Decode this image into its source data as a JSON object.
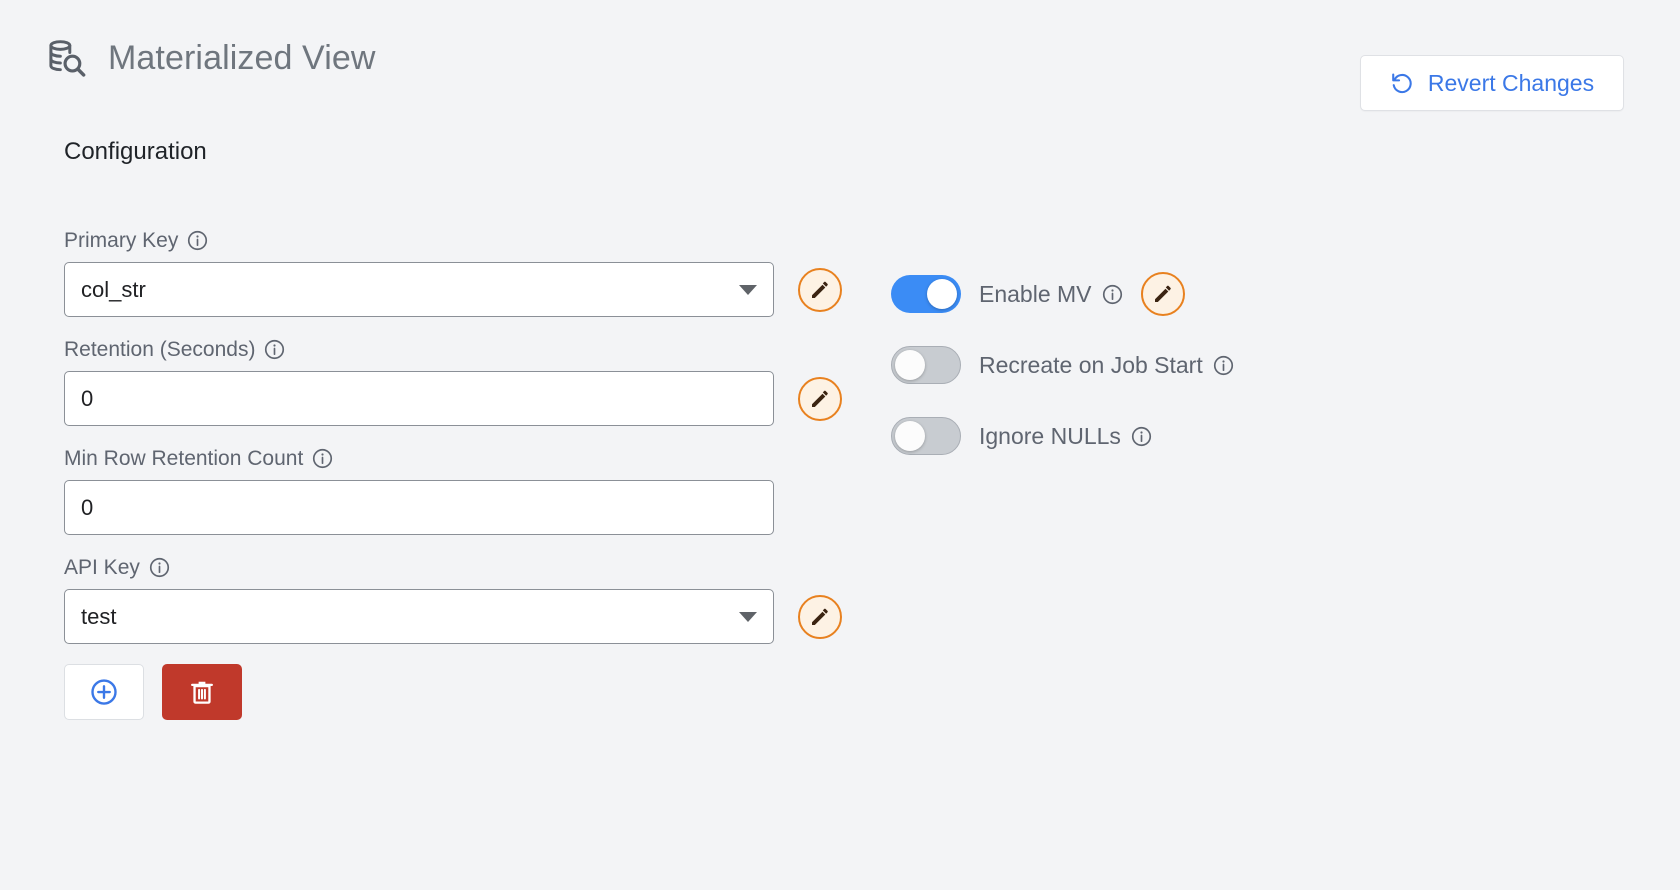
{
  "header": {
    "icon": "database-search-icon",
    "title": "Materialized View",
    "revert_button": {
      "icon": "revert-arrow-icon",
      "label": "Revert Changes"
    }
  },
  "section": {
    "title": "Configuration"
  },
  "fields": [
    {
      "name": "primary-key",
      "label": "Primary Key",
      "info_icon": "info-icon",
      "control": "select",
      "value": "col_str",
      "has_edit": true,
      "edit_icon": "pencil-icon"
    },
    {
      "name": "retention-seconds",
      "label": "Retention (Seconds)",
      "info_icon": "info-icon",
      "control": "text",
      "value": "0",
      "has_edit": true,
      "edit_icon": "pencil-icon"
    },
    {
      "name": "min-row-retention-count",
      "label": "Min Row Retention Count",
      "info_icon": "info-icon",
      "control": "text",
      "value": "0",
      "has_edit": false,
      "edit_icon": ""
    },
    {
      "name": "api-key",
      "label": "API Key",
      "info_icon": "info-icon",
      "control": "select",
      "value": "test",
      "has_edit": true,
      "edit_icon": "pencil-icon"
    }
  ],
  "toggles": [
    {
      "name": "enable-mv",
      "label": "Enable MV",
      "state": "on",
      "info_icon": "info-icon",
      "has_edit": true,
      "edit_icon": "pencil-icon"
    },
    {
      "name": "recreate-on-job-start",
      "label": "Recreate on Job Start",
      "state": "off",
      "info_icon": "info-icon",
      "has_edit": false,
      "edit_icon": ""
    },
    {
      "name": "ignore-nulls",
      "label": "Ignore NULLs",
      "state": "off",
      "info_icon": "info-icon",
      "has_edit": false,
      "edit_icon": ""
    }
  ],
  "actions": {
    "add": {
      "icon": "plus-circle-icon",
      "label": ""
    },
    "delete": {
      "icon": "trash-icon",
      "label": ""
    }
  },
  "colors": {
    "background": "#f3f4f6",
    "accent_blue": "#3b78e7",
    "toggle_on": "#3b8cf5",
    "toggle_off": "#c8ccd1",
    "edit_border": "#e8811f",
    "edit_fill": "#fdf2e4",
    "delete_red": "#c0392b",
    "title_gray": "#6f767e",
    "label_gray": "#5f6570",
    "input_border": "#8b9097"
  }
}
